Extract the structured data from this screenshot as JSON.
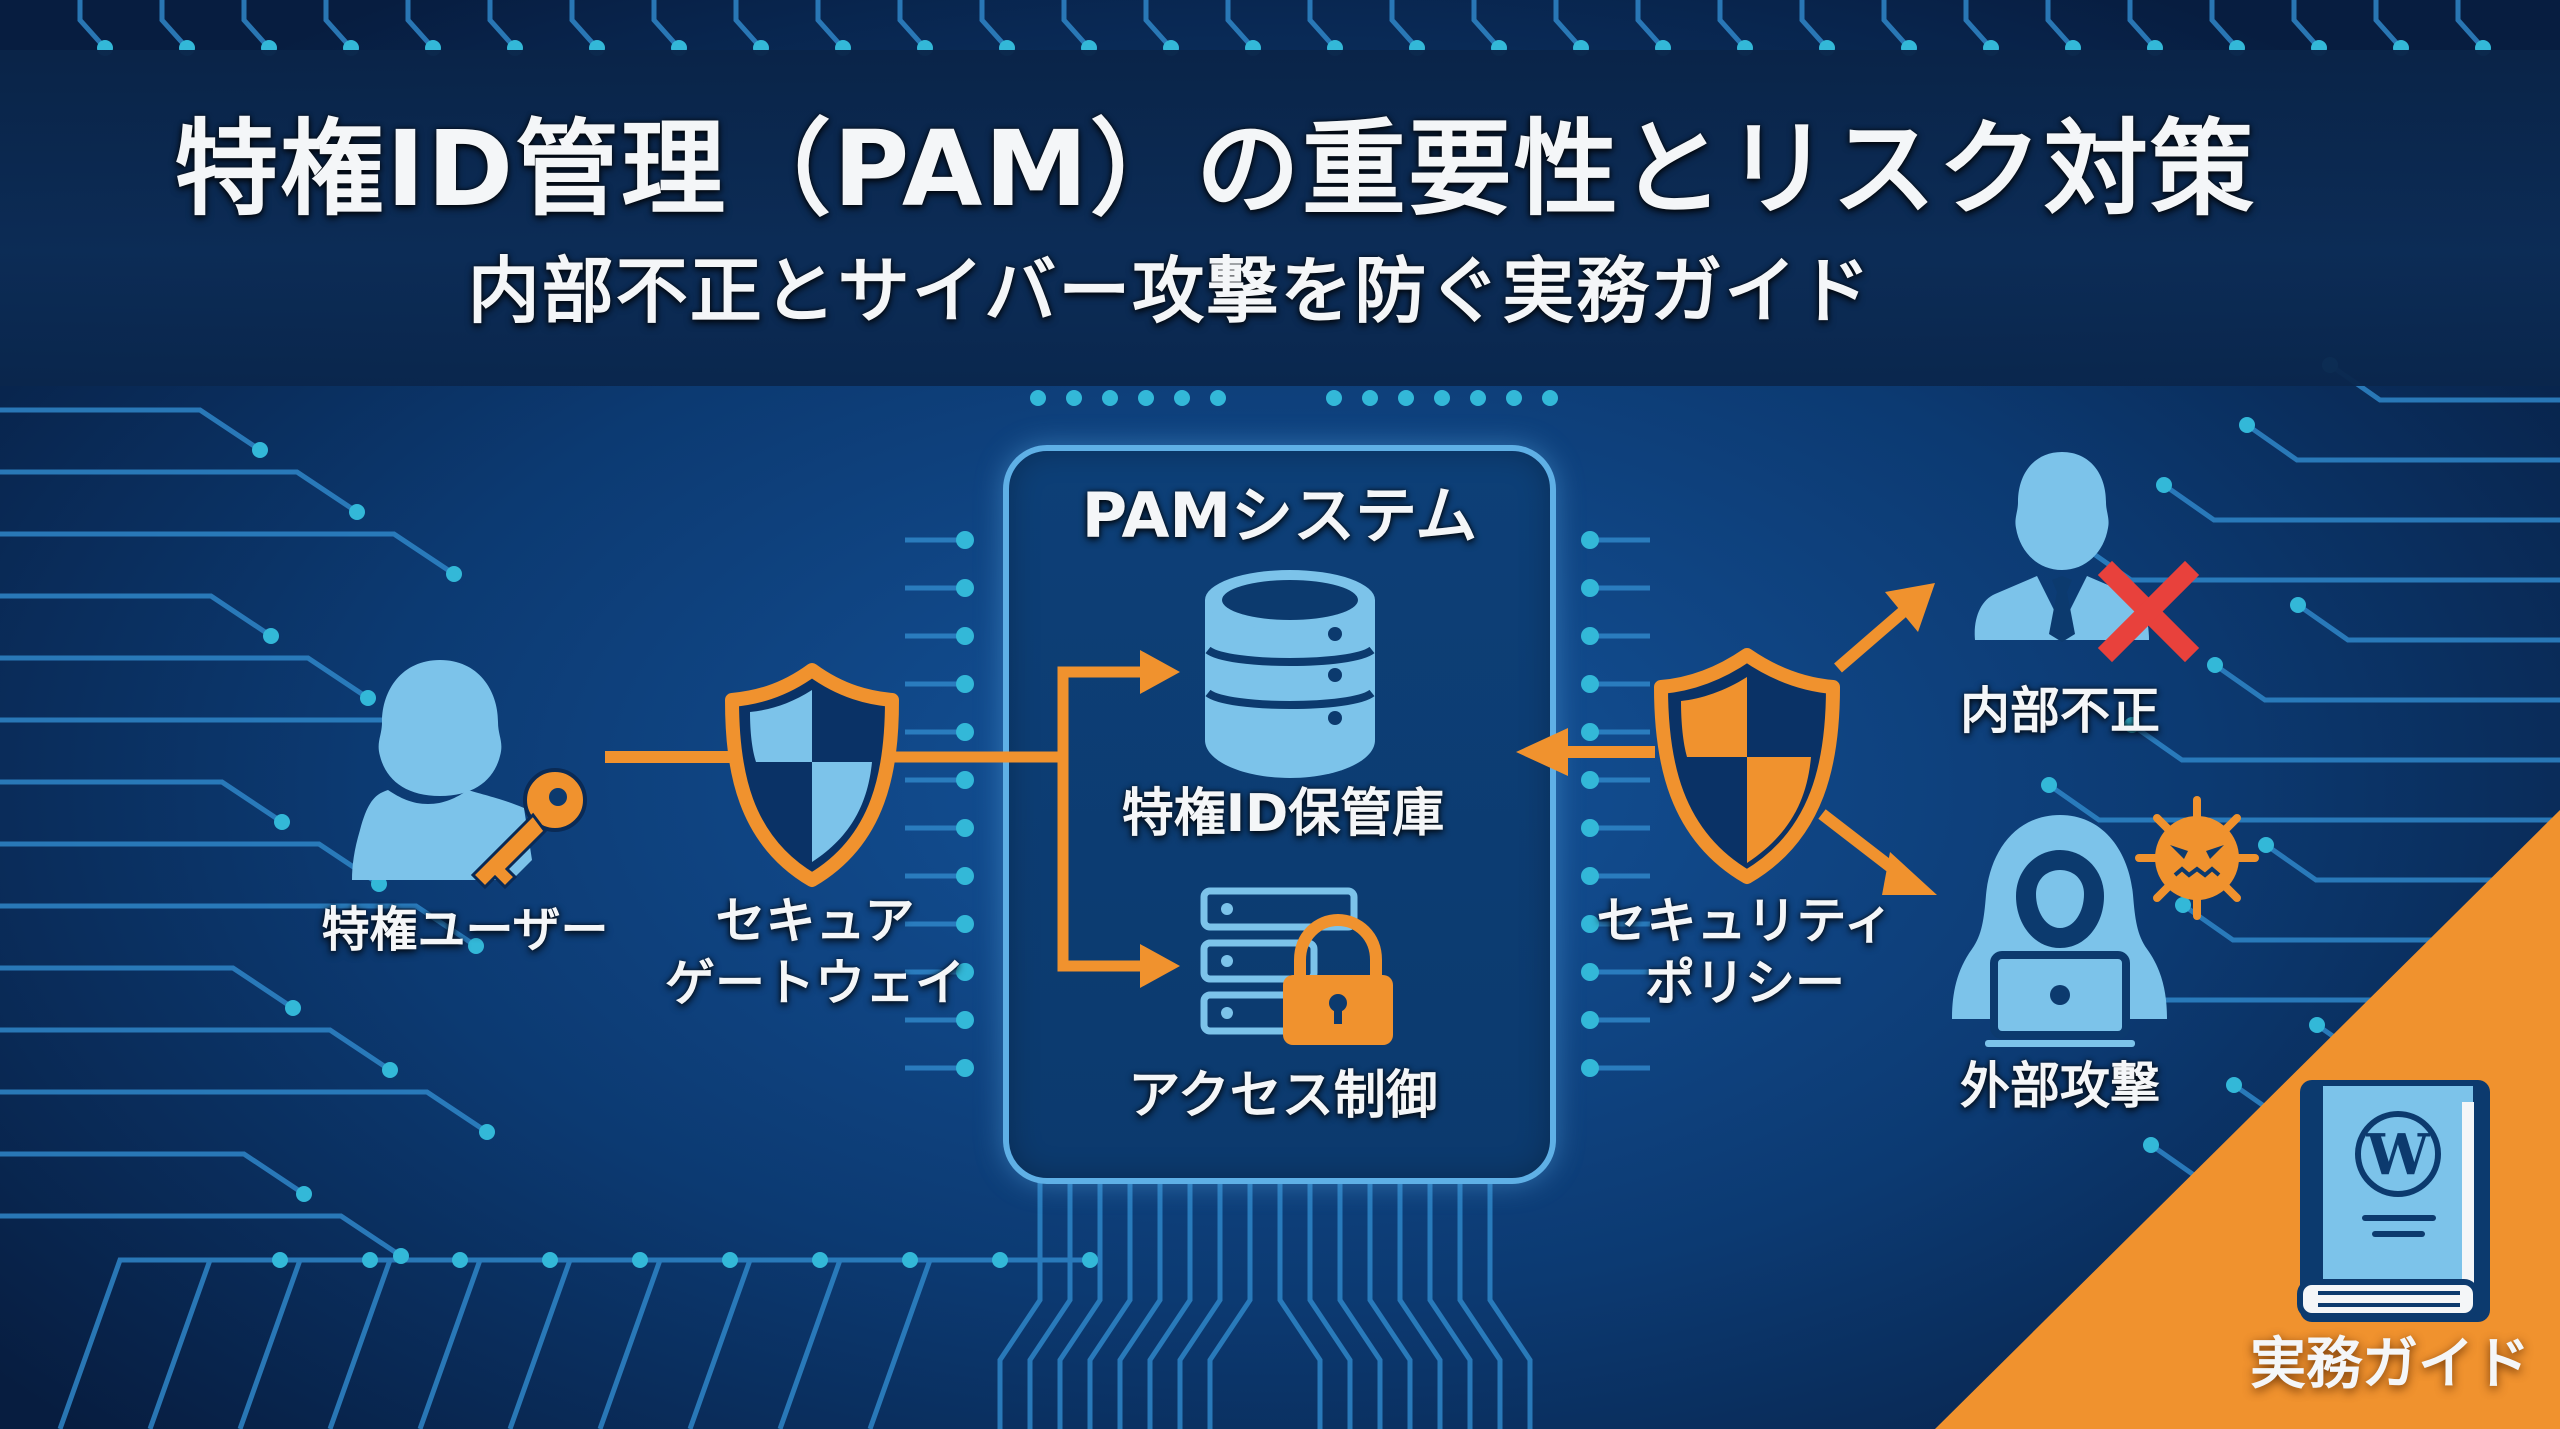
{
  "header": {
    "title": "特権ID管理（PAM）の重要性とリスク対策",
    "subtitle": "内部不正とサイバー攻撃を防ぐ実務ガイド"
  },
  "diagram": {
    "nodes": {
      "privileged_user": {
        "label": "特権ユーザー",
        "icon": "user-with-key-icon"
      },
      "secure_gateway": {
        "label_line1": "セキュア",
        "label_line2": "ゲートウェイ",
        "icon": "shield-icon"
      },
      "pam_system": {
        "title": "PAMシステム",
        "components": [
          {
            "label": "特権ID保管庫",
            "icon": "database-icon"
          },
          {
            "label": "アクセス制御",
            "icon": "server-lock-icon"
          }
        ]
      },
      "security_policy": {
        "label_line1": "セキュリティ",
        "label_line2": "ポリシー",
        "icon": "shield-icon"
      },
      "insider_threat": {
        "label": "内部不正",
        "icon": "businessman-blocked-icon"
      },
      "external_attack": {
        "label": "外部攻撃",
        "icon": "hacker-laptop-icon"
      }
    },
    "edges": [
      {
        "from": "privileged_user",
        "to": "secure_gateway"
      },
      {
        "from": "secure_gateway",
        "to": "pam_system.vault"
      },
      {
        "from": "secure_gateway",
        "to": "pam_system.access_control"
      },
      {
        "from": "security_policy",
        "to": "pam_system"
      },
      {
        "from": "security_policy",
        "to": "insider_threat"
      },
      {
        "from": "security_policy",
        "to": "external_attack"
      }
    ]
  },
  "badge": {
    "label": "実務ガイド",
    "icon": "wordpress-book-icon"
  },
  "colors": {
    "background": "#0a2a55",
    "banner": "#0c2c58",
    "accent_orange": "#f0922e",
    "icon_light_blue": "#7cc3ea",
    "circuit_line": "#2f86c8",
    "circuit_glow": "#33b8d8",
    "danger_red": "#e8413c",
    "text": "#f4f6f8"
  }
}
